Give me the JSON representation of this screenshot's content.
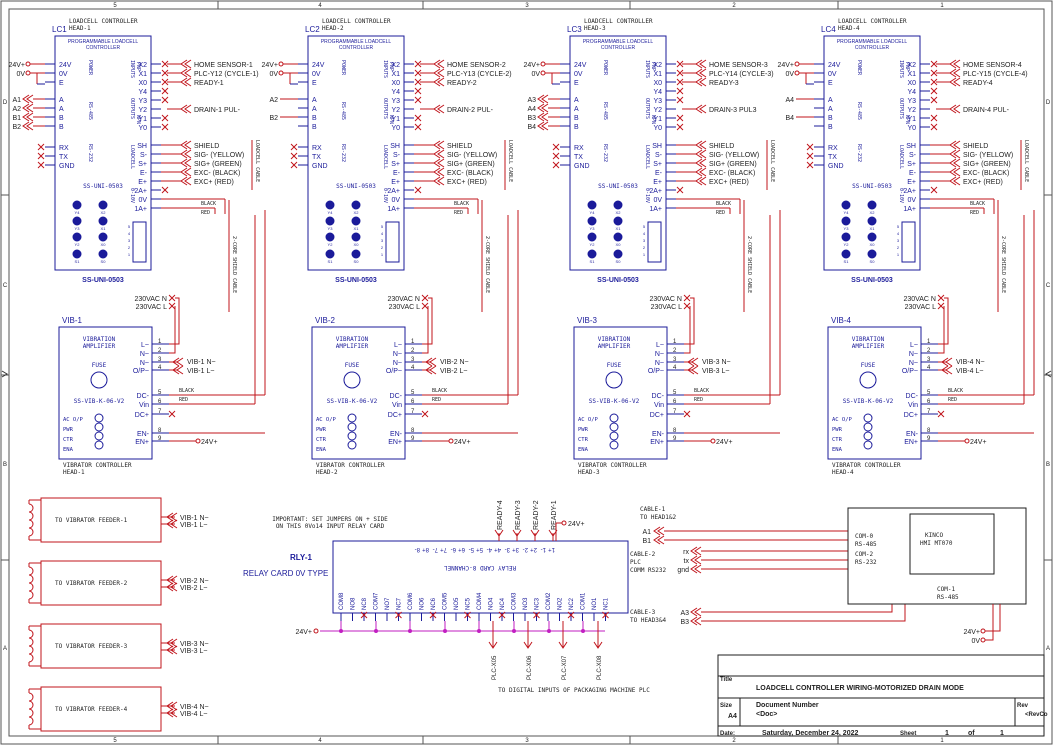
{
  "frame": {
    "top_numbers": [
      "5",
      "4",
      "3",
      "2",
      "1"
    ],
    "side_letters": [
      "D",
      "C",
      "B",
      "A"
    ]
  },
  "controllers": [
    {
      "id": "LC1",
      "head": "HEAD-1",
      "model": "SS-UNI-0503",
      "inputs": [
        "HOME SENSOR-1",
        "PLC-Y12 (CYCLE-1)",
        "READY-1"
      ],
      "output": "DRAIN-1 PUL-",
      "rs485": [
        "A1",
        "A2",
        "B1",
        "B2"
      ],
      "rs485_out": [
        "",
        ""
      ]
    },
    {
      "id": "LC2",
      "head": "HEAD-2",
      "model": "SS-UNI-0503",
      "inputs": [
        "HOME SENSOR-2",
        "PLC-Y13 (CYCLE-2)",
        "READY-2"
      ],
      "output": "DRAIN-2 PUL-",
      "rs485": [
        "",
        "",
        "",
        ""
      ],
      "rs485_out": [
        "A2",
        "B2"
      ]
    },
    {
      "id": "LC3",
      "head": "HEAD-3",
      "model": "SS-UNI-0503",
      "inputs": [
        "HOME SENSOR-3",
        "PLC-Y14 (CYCLE-3)",
        "READY-3"
      ],
      "output": "DRAIN-3 PUL3",
      "rs485": [
        "A3",
        "A4",
        "B3",
        "B4"
      ],
      "rs485_out": [
        "",
        ""
      ]
    },
    {
      "id": "LC4",
      "head": "HEAD-4",
      "model": "SS-UNI-0503",
      "inputs": [
        "HOME SENSOR-4",
        "PLC-Y15 (CYCLE-4)",
        "READY-4"
      ],
      "output": "DRAIN-4 PUL-",
      "rs485": [
        "",
        "",
        "",
        ""
      ],
      "rs485_out": [
        "A4",
        "B4"
      ]
    }
  ],
  "lc_common": {
    "title1": "PROGRAMMABLE LOADCELL",
    "title2": "CONTROLLER",
    "header": "LOADCELL CONTROLLER",
    "left_pins": [
      "24V",
      "0V",
      "E",
      "A",
      "A",
      "B",
      "B",
      "RX",
      "TX",
      "GND"
    ],
    "right_pins": [
      "X2",
      "X1",
      "X0",
      "Y4",
      "Y3",
      "Y2",
      "Y1",
      "Y0",
      "SH",
      "S-",
      "S+",
      "E-",
      "E+",
      "2A+",
      "0V",
      "1A+"
    ],
    "loadcell_wires": [
      "SHIELD",
      "SIG- (YELLOW)",
      "SIG+ (GREEN)",
      "EXC- (BLACK)",
      "EXC+ (RED)"
    ],
    "supply_24": "24V+",
    "supply_0": "0V",
    "vert_power": "POWER",
    "vert_inputs": "INPUTS",
    "vert_outputs": "OUTPUTS",
    "vert_pnp": "PNP",
    "vert_npn": "NPN",
    "vert_rs485": "RS-485",
    "vert_rs232": "RS-232",
    "vert_loadcell": "LOADCELL",
    "vert_010": "0-10V",
    "vert_cable": "LOADCELL CABLE",
    "vert_2core": "2-CORE SHIELD CABLE",
    "dip_top": [
      "Y4",
      "X2",
      "Y3",
      "X1",
      "Y2",
      "X0",
      "Y1",
      "Y0"
    ],
    "dip_bot": [
      "Y1",
      "X0",
      "S1",
      "S0"
    ],
    "dip_side": [
      "5",
      "4",
      "3",
      "2",
      "1"
    ],
    "black": "BLACK",
    "red": "RED"
  },
  "vibrators": [
    {
      "id": "VIB-1",
      "head": "HEAD-1",
      "sig": [
        "VIB-1 N~",
        "VIB-1 L~"
      ]
    },
    {
      "id": "VIB-2",
      "head": "HEAD-2",
      "sig": [
        "VIB-2 N~",
        "VIB-2 L~"
      ]
    },
    {
      "id": "VIB-3",
      "head": "HEAD-3",
      "sig": [
        "VIB-3 N~",
        "VIB-3 L~"
      ]
    },
    {
      "id": "VIB-4",
      "head": "HEAD-4",
      "sig": [
        "VIB-4 N~",
        "VIB-4 L~"
      ]
    }
  ],
  "vib_common": {
    "title1": "VIBRATION",
    "title2": "AMPLIFIER",
    "fuse": "FUSE",
    "model": "SS-VIB-K-06-V2",
    "leds": [
      "AC O/P",
      "PWR",
      "CTR",
      "ENA"
    ],
    "pins": [
      "L~",
      "N~",
      "N~",
      "O/P~",
      "DC-",
      "Vin",
      "DC+",
      "EN-",
      "EN+"
    ],
    "pin_nums": [
      "1",
      "2",
      "3",
      "4",
      "5",
      "6",
      "7",
      "8",
      "9"
    ],
    "footer": "VIBRATOR CONTROLLER",
    "ac_n": "230VAC N",
    "ac_l": "230VAC L",
    "en_supply": "24V+"
  },
  "feeders": [
    {
      "label": "TO VIBRATOR FEEDER-1",
      "sig": [
        "VIB-1 N~",
        "VIB-1 L~"
      ]
    },
    {
      "label": "TO VIBRATOR FEEDER-2",
      "sig": [
        "VIB-2 N~",
        "VIB-2 L~"
      ]
    },
    {
      "label": "TO VIBRATOR FEEDER-3",
      "sig": [
        "VIB-3 N~",
        "VIB-3 L~"
      ]
    },
    {
      "label": "TO VIBRATOR FEEDER-4",
      "sig": [
        "VIB-4 N~",
        "VIB-4 L~"
      ]
    }
  ],
  "relay": {
    "note1": "IMPORTANT: SET JUMPERS ON + SIDE",
    "note2": "ON THIS 0Vo14 INPUT RELAY CARD",
    "id": "RLY-1",
    "name": "RELAY CARD 0V TYPE",
    "inner": "RELAY CARD 8-CHANNEL",
    "inputs": [
      "READY-4",
      "READY-3",
      "READY-2",
      "READY-1"
    ],
    "input_supply": "24V+",
    "top_pins": [
      "8-",
      "8+",
      "7-",
      "7+",
      "6-",
      "6+",
      "5-",
      "5+",
      "4-",
      "4+",
      "3-",
      "3+",
      "2-",
      "2+",
      "1-",
      "1+"
    ],
    "bottom_pins": [
      "COM8",
      "NO8",
      "NC8",
      "COM7",
      "NO7",
      "NC7",
      "COM6",
      "NO6",
      "NC6",
      "COM5",
      "NO5",
      "NC5",
      "COM4",
      "NO4",
      "NC4",
      "COM3",
      "NO3",
      "NC3",
      "COM2",
      "NO2",
      "NC2",
      "COM1",
      "NO1",
      "NC1"
    ],
    "plc": [
      "PLC-X05",
      "PLC-X06",
      "PLC-X07",
      "PLC-X08"
    ],
    "supply": "24V+",
    "footer": "TO DIGITAL INPUTS OF PACKAGING MACHINE PLC"
  },
  "hmi": {
    "cable1": [
      "CABLE-1",
      "TO HEAD1&2"
    ],
    "cable1_sig": [
      "A1",
      "B1"
    ],
    "cable2": [
      "CABLE-2",
      "PLC",
      "COMM RS232"
    ],
    "cable2_sig": [
      "rx",
      "tx",
      "gnd"
    ],
    "cable3": [
      "CABLE-3",
      "TO HEAD3&4"
    ],
    "cable3_sig": [
      "A3",
      "B3"
    ],
    "name": "KINCO",
    "model": "HMI MT070",
    "com0": [
      "COM-0",
      "RS-485"
    ],
    "com2": [
      "COM-2",
      "RS-232"
    ],
    "com1": [
      "COM-1",
      "RS-485"
    ],
    "supply": [
      "24V+",
      "0V"
    ]
  },
  "title_block": {
    "title_label": "Title",
    "title": "LOADCELL CONTROLLER WIRING-MOTORIZED DRAIN MODE",
    "size_label": "Size",
    "size": "A4",
    "doc_label": "Document Number",
    "doc": "<Doc>",
    "rev_label": "Rev",
    "rev": "<RevCo",
    "date_label": "Date:",
    "date": "Saturday, December 24, 2022",
    "sheet_label": "Sheet",
    "sheet": "1",
    "of_label": "of",
    "of": "1"
  }
}
